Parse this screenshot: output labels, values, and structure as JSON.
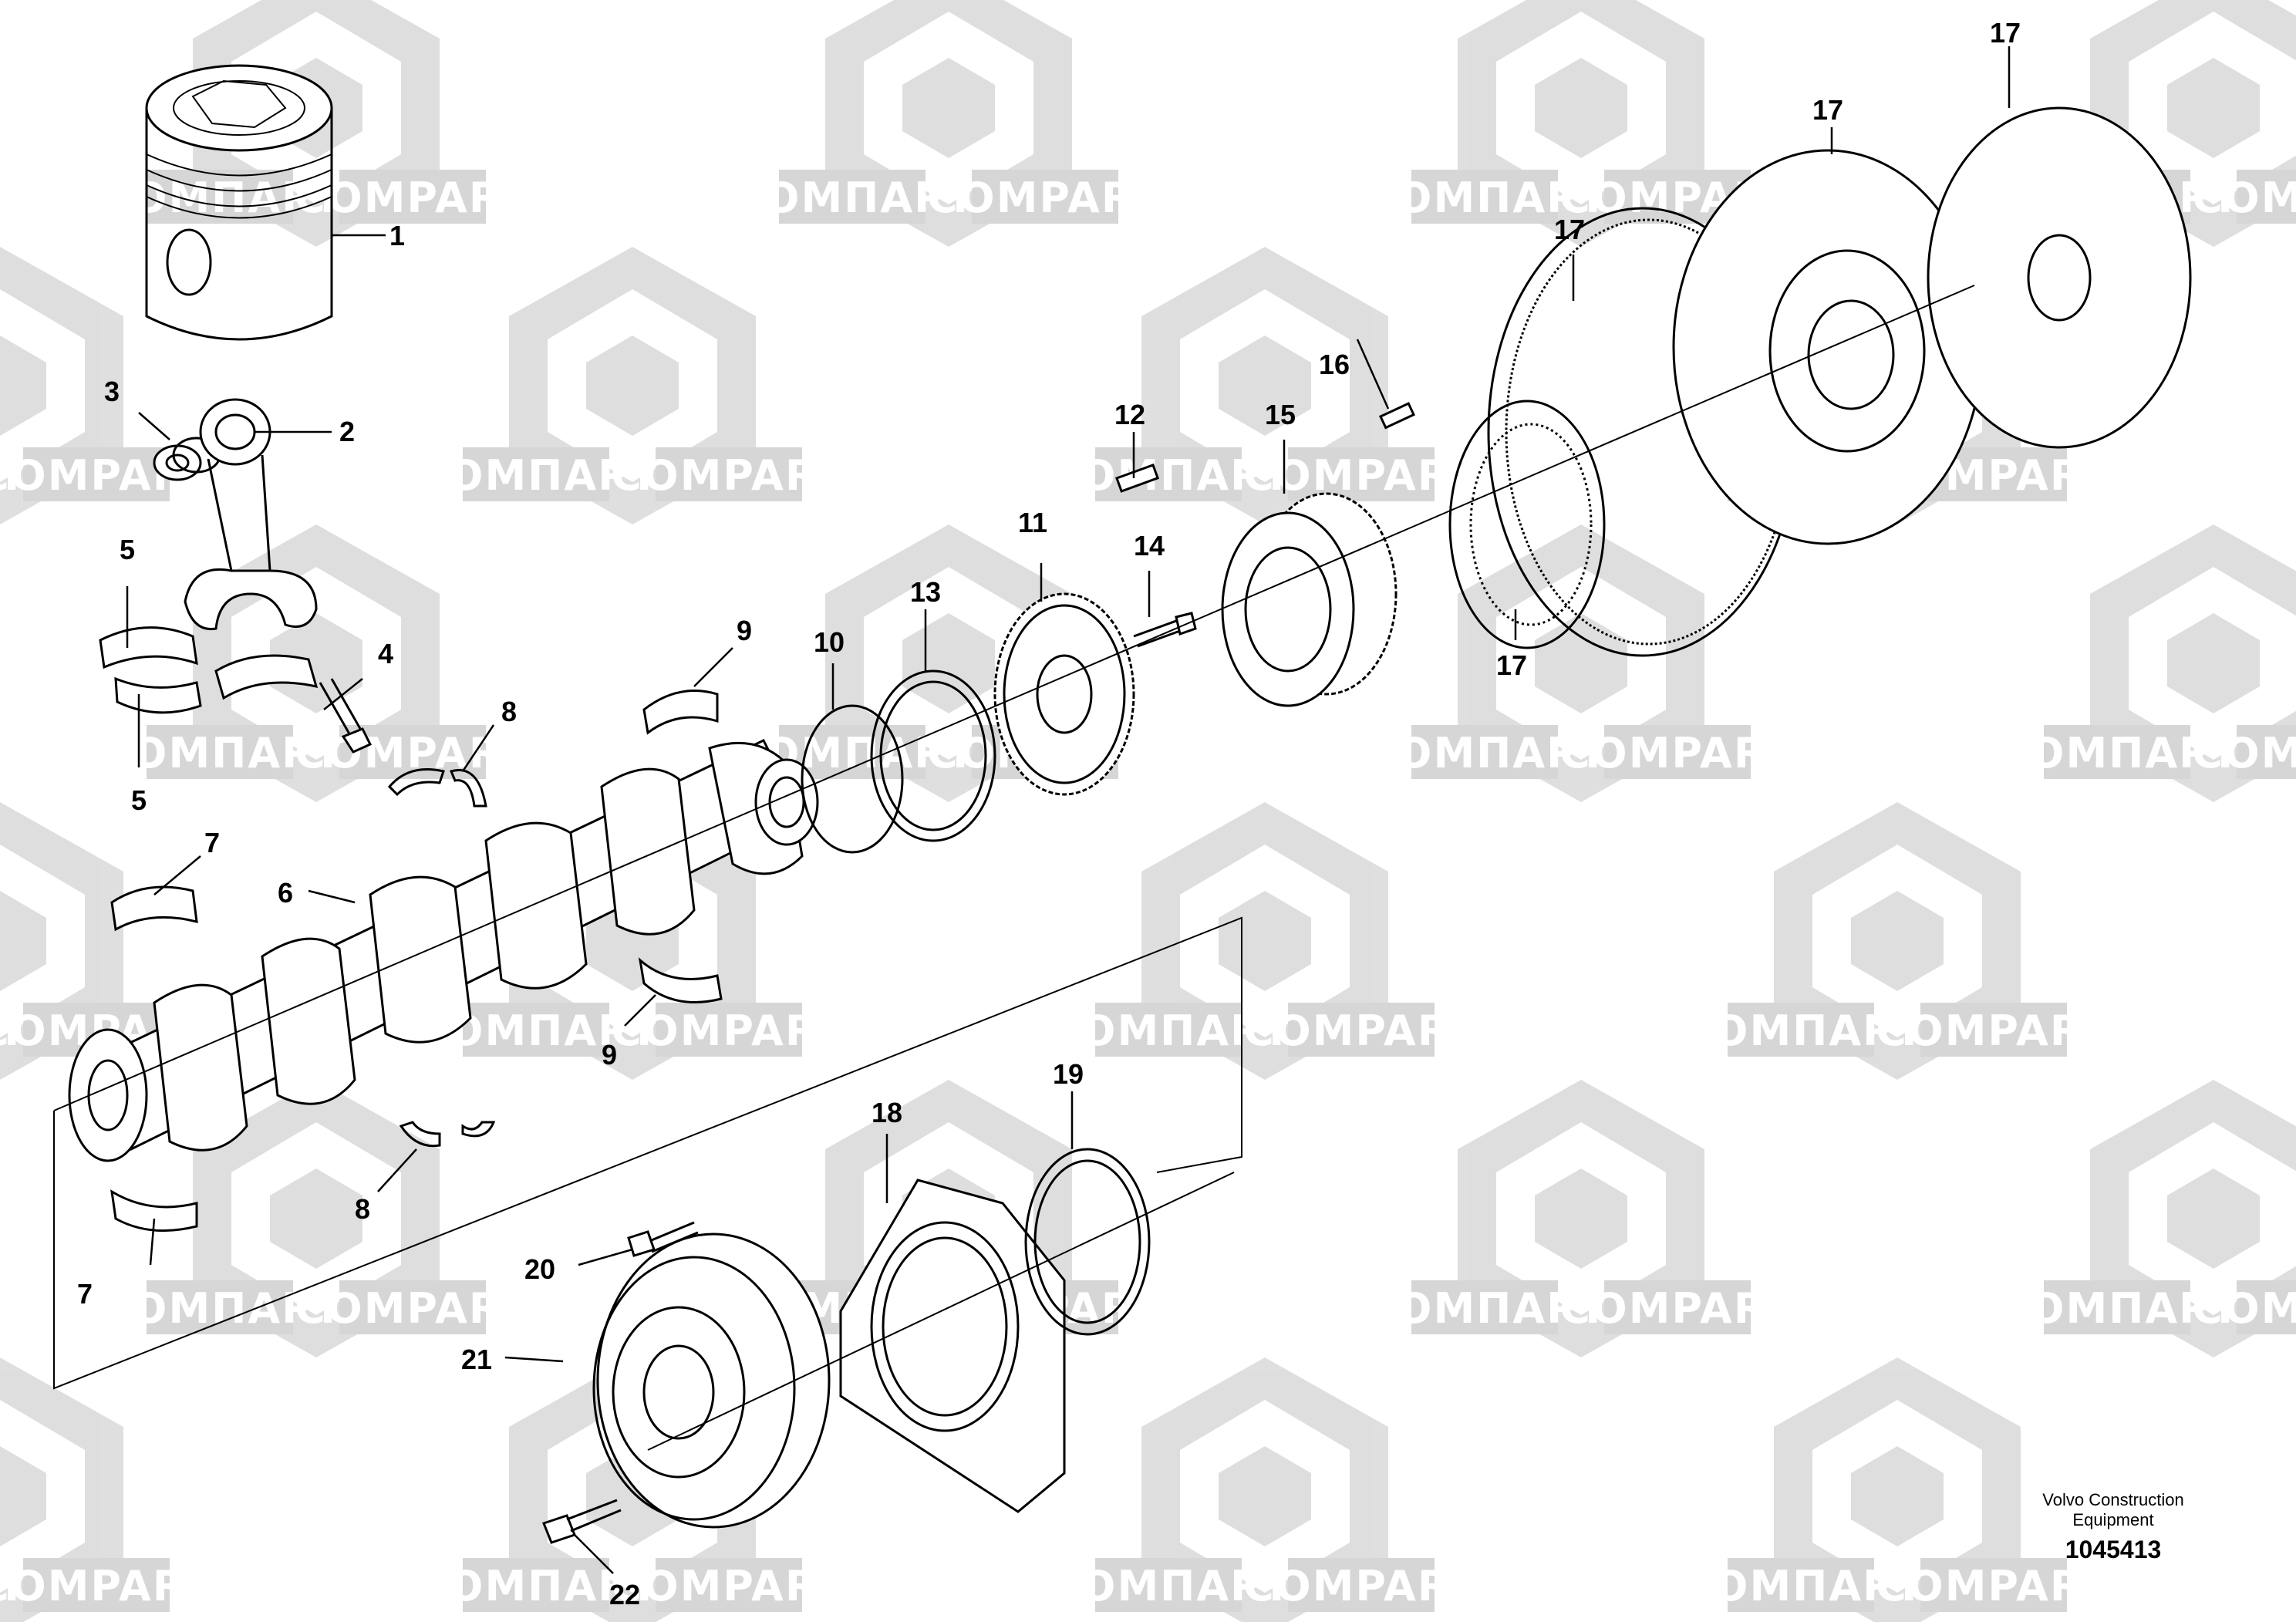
{
  "watermark": {
    "text_cyr": "КОМПАРТ",
    "text_lat": "COMPART",
    "color": "#d6d6d6"
  },
  "callouts": [
    {
      "id": "c1",
      "label": "1"
    },
    {
      "id": "c2",
      "label": "2"
    },
    {
      "id": "c3",
      "label": "3"
    },
    {
      "id": "c4",
      "label": "4"
    },
    {
      "id": "c5a",
      "label": "5"
    },
    {
      "id": "c5b",
      "label": "5"
    },
    {
      "id": "c6",
      "label": "6"
    },
    {
      "id": "c7a",
      "label": "7"
    },
    {
      "id": "c7b",
      "label": "7"
    },
    {
      "id": "c8a",
      "label": "8"
    },
    {
      "id": "c8b",
      "label": "8"
    },
    {
      "id": "c9a",
      "label": "9"
    },
    {
      "id": "c9b",
      "label": "9"
    },
    {
      "id": "c10",
      "label": "10"
    },
    {
      "id": "c11",
      "label": "11"
    },
    {
      "id": "c12",
      "label": "12"
    },
    {
      "id": "c13",
      "label": "13"
    },
    {
      "id": "c14",
      "label": "14"
    },
    {
      "id": "c15",
      "label": "15"
    },
    {
      "id": "c16",
      "label": "16"
    },
    {
      "id": "c17a",
      "label": "17"
    },
    {
      "id": "c17b",
      "label": "17"
    },
    {
      "id": "c17c",
      "label": "17"
    },
    {
      "id": "c17d",
      "label": "17"
    },
    {
      "id": "c18",
      "label": "18"
    },
    {
      "id": "c19",
      "label": "19"
    },
    {
      "id": "c20",
      "label": "20"
    },
    {
      "id": "c21",
      "label": "21"
    },
    {
      "id": "c22",
      "label": "22"
    }
  ],
  "credit": {
    "line1": "Volvo Construction",
    "line2": "Equipment",
    "document_number": "1045413"
  }
}
